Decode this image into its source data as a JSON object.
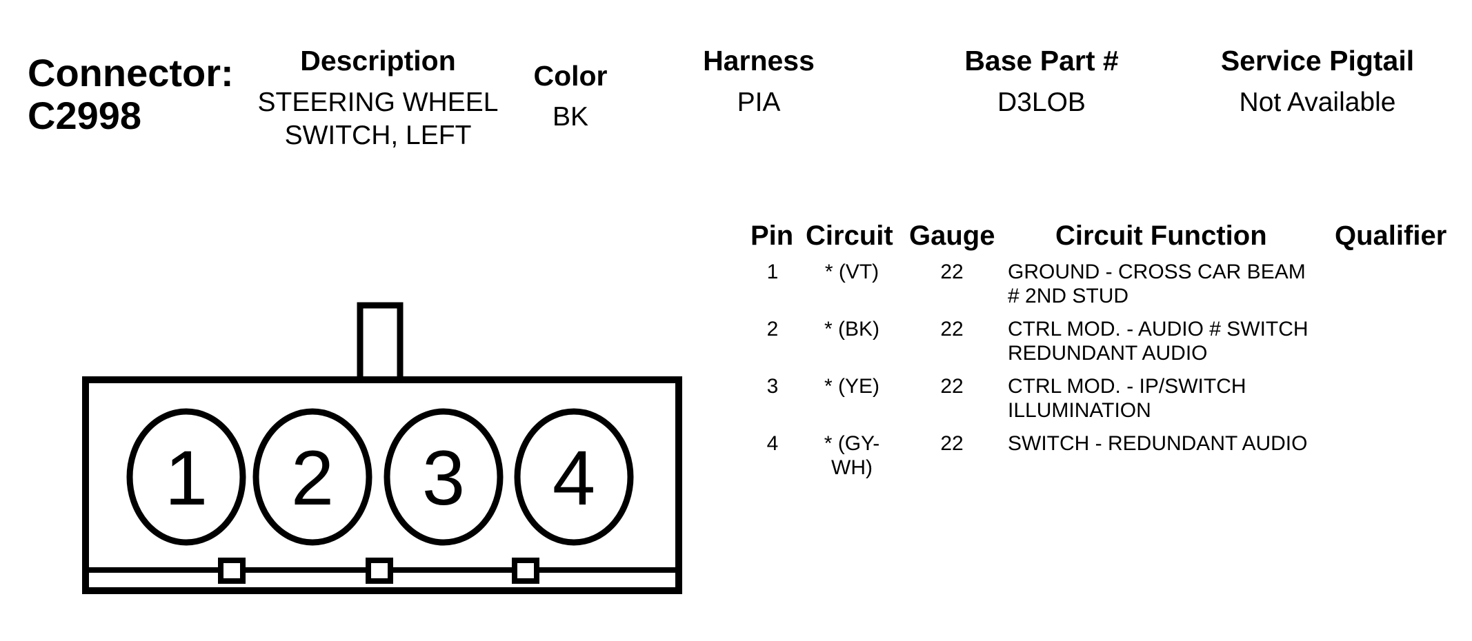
{
  "connector": {
    "label": "Connector:",
    "id": "C2998"
  },
  "header": {
    "description": {
      "label": "Description",
      "lines": [
        "STEERING WHEEL",
        "SWITCH, LEFT"
      ]
    },
    "color": {
      "label": "Color",
      "value": "BK"
    },
    "harness": {
      "label": "Harness",
      "value": "PIA"
    },
    "base_part": {
      "label": "Base Part #",
      "value": "D3LOB"
    },
    "service_pigtail": {
      "label": "Service Pigtail",
      "value": "Not Available"
    }
  },
  "pin_table": {
    "columns": [
      "Pin",
      "Circuit",
      "Gauge",
      "Circuit Function",
      "Qualifier"
    ],
    "rows": [
      {
        "pin": "1",
        "circuit": [
          "* (VT)"
        ],
        "gauge": "22",
        "function": [
          "GROUND - CROSS CAR BEAM",
          "# 2ND STUD"
        ],
        "qualifier": ""
      },
      {
        "pin": "2",
        "circuit": [
          "* (BK)"
        ],
        "gauge": "22",
        "function": [
          "CTRL MOD. - AUDIO # SWITCH",
          "REDUNDANT AUDIO"
        ],
        "qualifier": ""
      },
      {
        "pin": "3",
        "circuit": [
          "* (YE)"
        ],
        "gauge": "22",
        "function": [
          "CTRL MOD. - IP/SWITCH",
          "ILLUMINATION"
        ],
        "qualifier": ""
      },
      {
        "pin": "4",
        "circuit": [
          "* (GY-",
          "WH)"
        ],
        "gauge": "22",
        "function": [
          "SWITCH - REDUNDANT AUDIO"
        ],
        "qualifier": ""
      }
    ]
  },
  "diagram": {
    "cavities": [
      "1",
      "2",
      "3",
      "4"
    ]
  }
}
